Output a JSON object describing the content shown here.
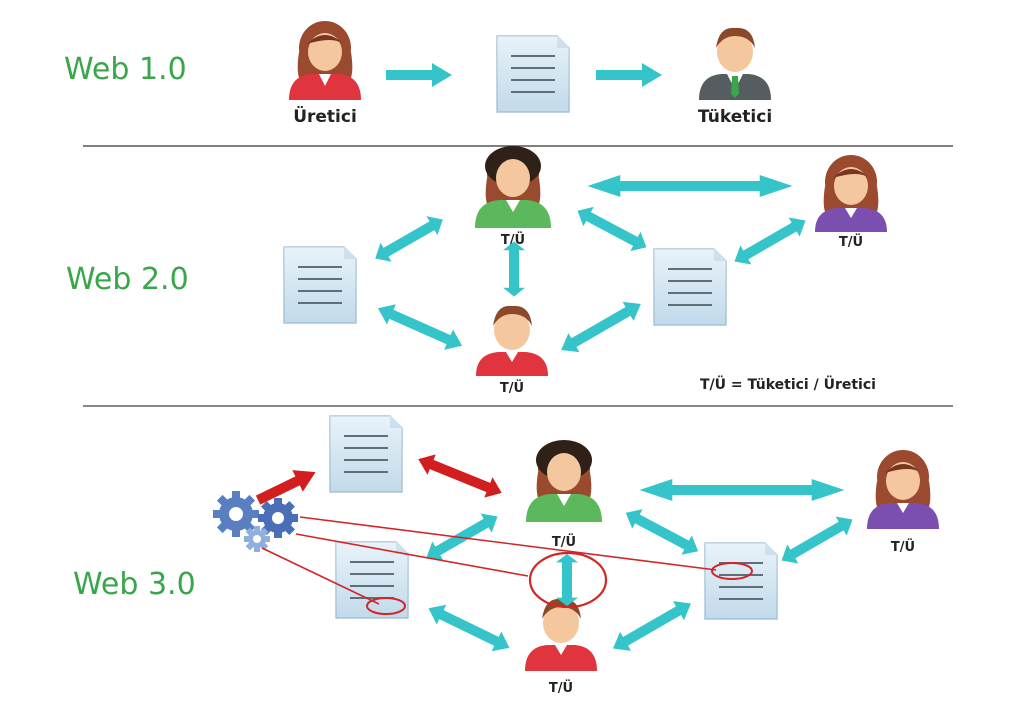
{
  "sections": {
    "web1": {
      "title": "Web 1.0",
      "producer_label": "Üretici",
      "consumer_label": "Tüketici"
    },
    "web2": {
      "title": "Web 2.0",
      "node_label": "T/Ü",
      "legend": "T/Ü = Tüketici / Üretici"
    },
    "web3": {
      "title": "Web 3.0",
      "node_label": "T/Ü"
    }
  },
  "colors": {
    "title_green": "#3aa64a",
    "arrow_cyan": "#35c4c9",
    "arrow_red": "#d21e1e",
    "highlight_red": "#d22626",
    "separator": "#555555",
    "person_red": "#e0343e",
    "person_green": "#5cb85c",
    "person_purple": "#7b4fb0",
    "person_suit": "#555d61"
  },
  "icons": [
    "person-icon",
    "document-icon",
    "gears-icon",
    "arrow-icon",
    "double-arrow-icon"
  ]
}
